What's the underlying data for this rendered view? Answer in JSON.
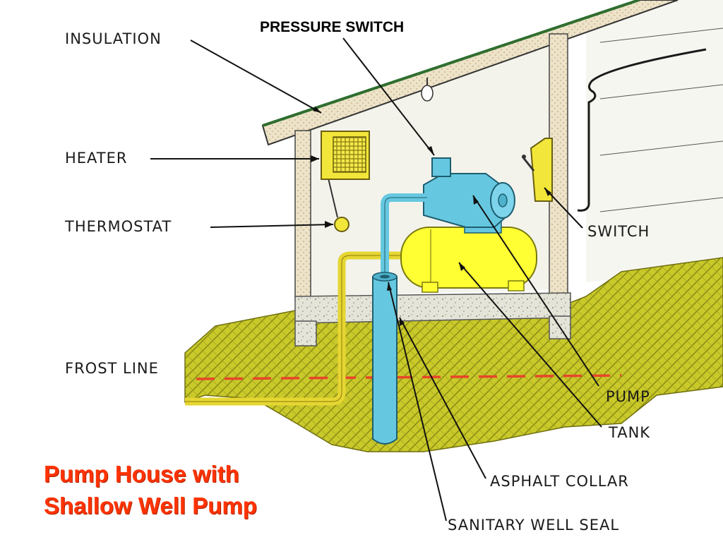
{
  "labels": {
    "pressure_switch": "PRESSURE SWITCH",
    "insulation": "INSULATION",
    "heater": "HEATER",
    "thermostat": "THERMOSTAT",
    "switch": "SWITCH",
    "frost_line": "FROST LINE",
    "pump": "PUMP",
    "tank": "TANK",
    "asphalt_collar": "ASPHALT COLLAR",
    "sanitary_well_seal": "SANITARY WELL SEAL"
  },
  "title": {
    "line1": "Pump House with",
    "line2": "Shallow Well Pump"
  },
  "colors": {
    "title": "#ff3300",
    "soil": "#c9c92a",
    "tank": "#ffff33",
    "pump": "#66c8e0",
    "frost_line": "#e8452a",
    "roof": "#e9dfc6"
  }
}
